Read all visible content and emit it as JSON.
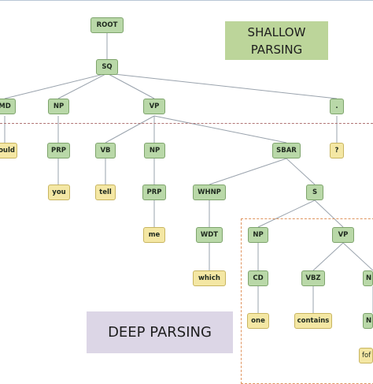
{
  "labels": {
    "shallow_line1": "SHALLOW",
    "shallow_line2": "PARSING",
    "deep": "DEEP PARSING"
  },
  "tree": {
    "root": "ROOT",
    "sq": "SQ",
    "md": "MD",
    "np1": "NP",
    "vp1": "VP",
    "punct": ".",
    "could": "could",
    "prp1": "PRP",
    "vb": "VB",
    "np2": "NP",
    "sbar": "SBAR",
    "qmark": "?",
    "you": "you",
    "tell": "tell",
    "prp2": "PRP",
    "whnp": "WHNP",
    "s": "S",
    "me": "me",
    "wdt": "WDT",
    "np3": "NP",
    "vp2": "VP",
    "which": "which",
    "cd": "CD",
    "vbz": "VBZ",
    "nfrag": "N",
    "one": "one",
    "contains": "contains",
    "nfrag2": "N",
    "fofrag": "fof"
  }
}
